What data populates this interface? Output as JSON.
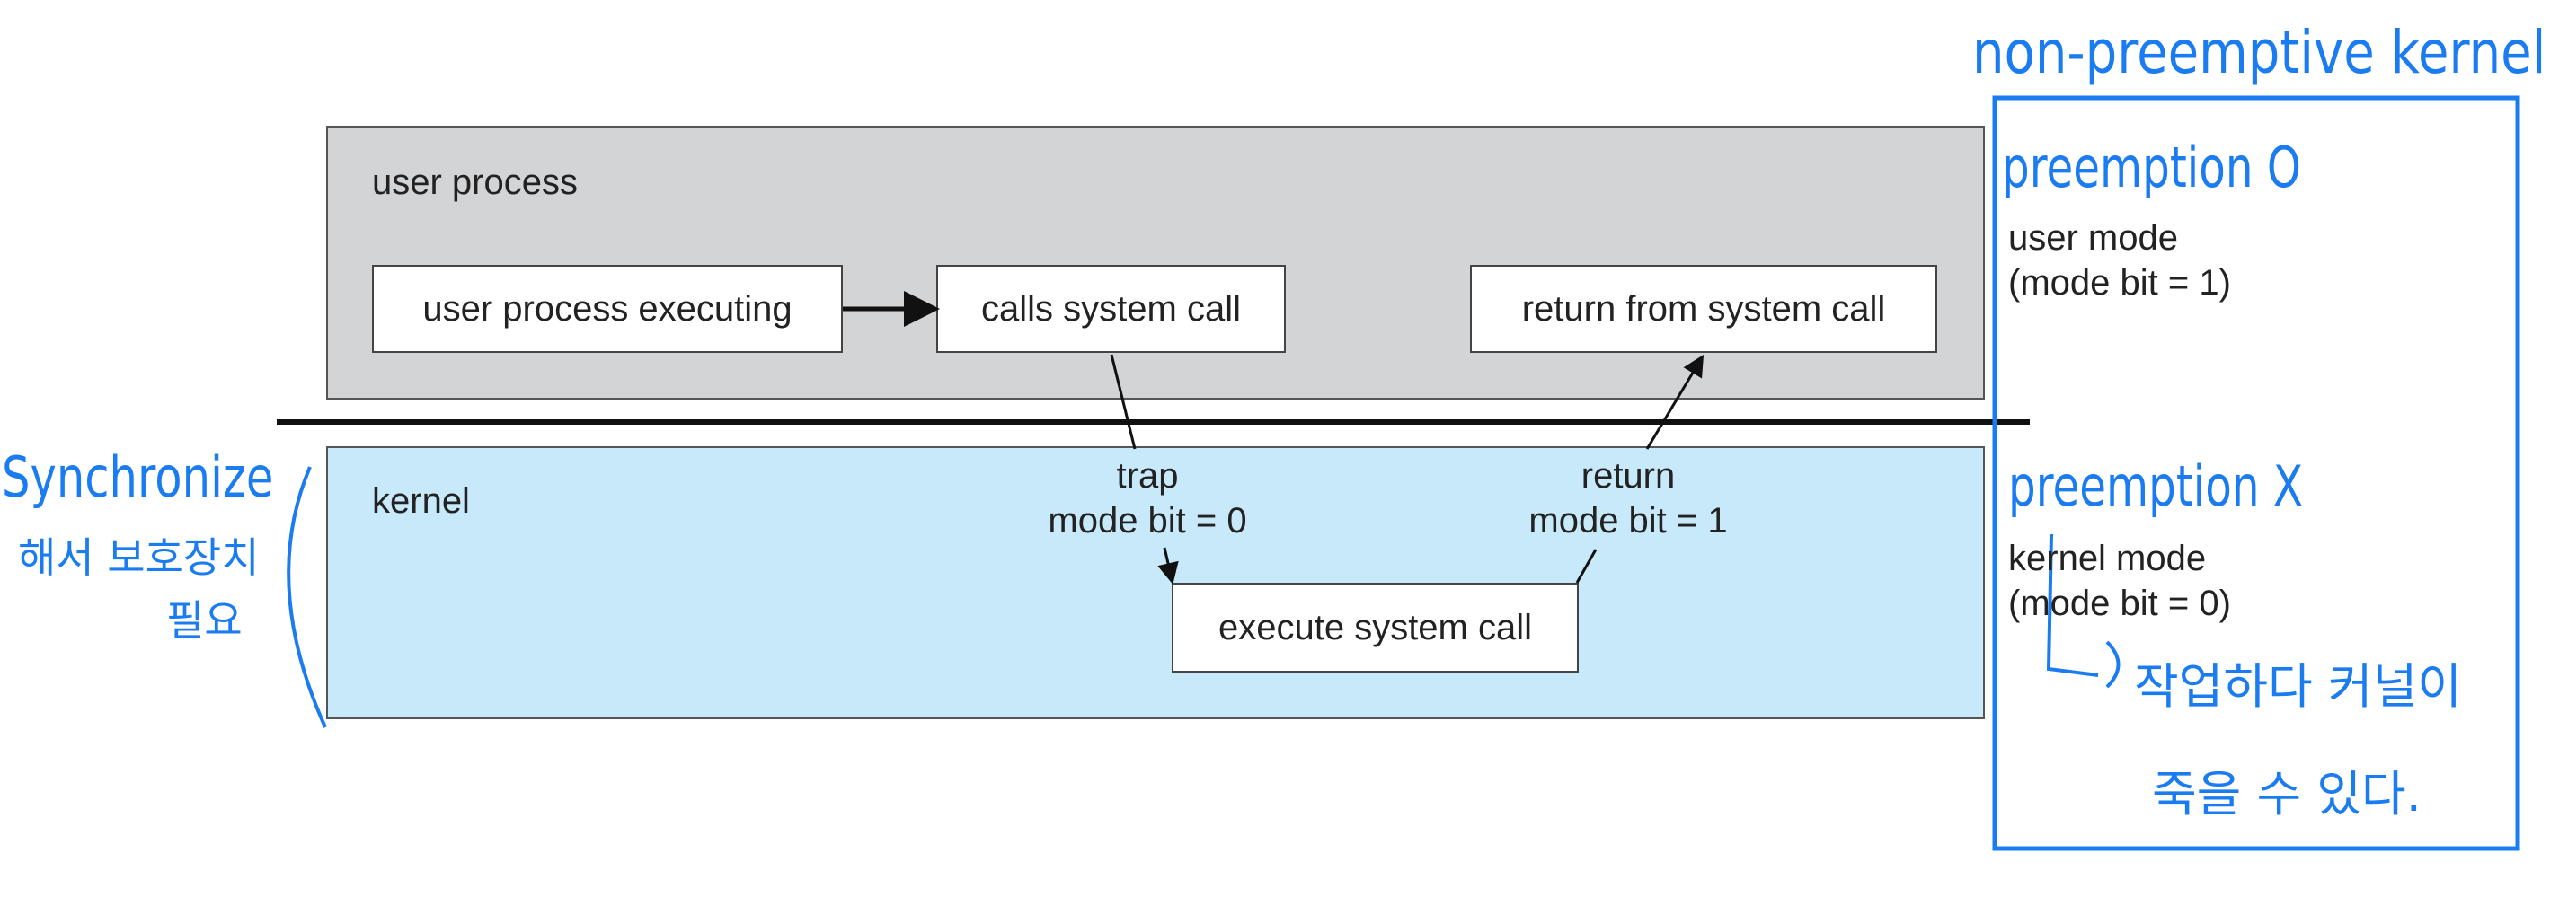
{
  "diagram": {
    "user_region_label": "user process",
    "kernel_region_label": "kernel",
    "boxes": {
      "user_exec": "user process executing",
      "calls_syscall": "calls system call",
      "return_syscall": "return from system call",
      "execute_syscall": "execute system call"
    },
    "trap": {
      "line1": "trap",
      "line2": "mode bit = 0"
    },
    "return": {
      "line1": "return",
      "line2": "mode bit = 1"
    },
    "user_mode": {
      "line1": "user mode",
      "line2": "(mode bit = 1)"
    },
    "kernel_mode": {
      "line1": "kernel mode",
      "line2": "(mode bit = 0)"
    },
    "colors": {
      "user_region": "#d3d4d6",
      "kernel_region": "#c8e9fa",
      "annotation": "#1a7cf0"
    }
  },
  "annotations": {
    "title": "non-preemptive kernel",
    "preemption_o": "preemption O",
    "preemption_x": "preemption X",
    "kernel_note_line1": "작업하다 커널이",
    "kernel_note_line2": "죽을 수 있다.",
    "left_line1": "Synchronize",
    "left_line2": "해서 보호장치",
    "left_line3": "필요"
  }
}
